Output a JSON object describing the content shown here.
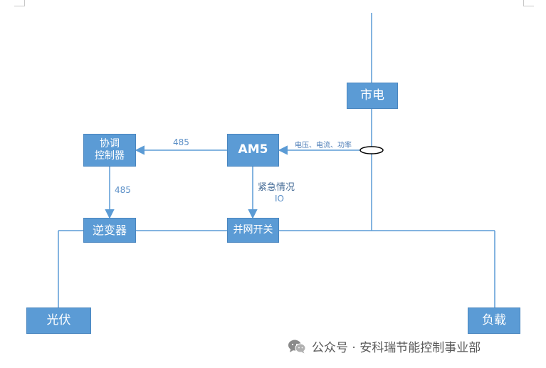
{
  "nodes": {
    "grid": "市电",
    "am5": "AM5",
    "coordinator_line1": "协调",
    "coordinator_line2": "控制器",
    "inverter": "逆变器",
    "grid_switch": "并网开关",
    "pv": "光伏",
    "load": "负载"
  },
  "labels": {
    "am5_to_coordinator": "485",
    "coordinator_to_inverter": "485",
    "measurement": "电压、电流、功率",
    "emergency": "紧急情况",
    "io": "IO"
  },
  "watermark": {
    "text": "公众号 · 安科瑞节能控制事业部",
    "icon": "wechat-icon"
  },
  "colors": {
    "node_fill": "#5b9bd5",
    "line": "#5b9bd5",
    "label_text": "#5b8fc7"
  }
}
